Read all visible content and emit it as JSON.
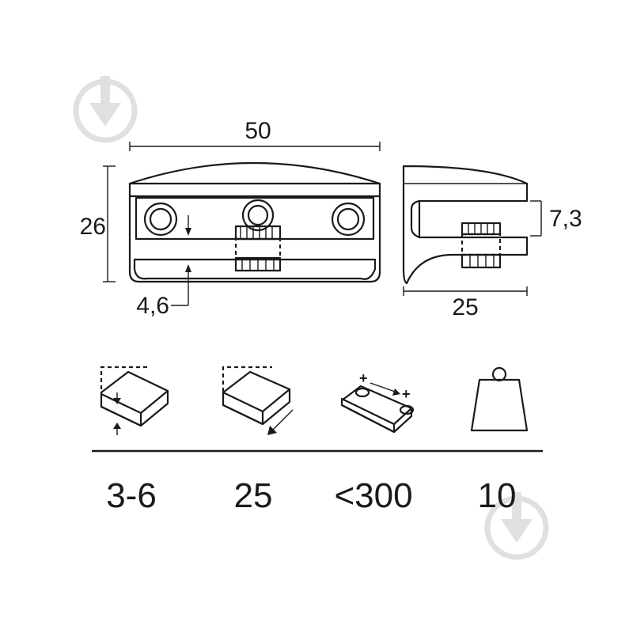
{
  "dimensions": {
    "width": "50",
    "height": "26",
    "glass_gap": "7,3",
    "depth": "25",
    "min_offset": "4,6"
  },
  "specs": [
    {
      "icon": "glass-thickness-icon",
      "value": "3-6"
    },
    {
      "icon": "glass-depth-icon",
      "value": "25"
    },
    {
      "icon": "adjustable-spacing-icon",
      "value": "<300"
    },
    {
      "icon": "weight-icon",
      "value": "10"
    }
  ],
  "watermark": {
    "icon": "download-arrow-watermark"
  }
}
